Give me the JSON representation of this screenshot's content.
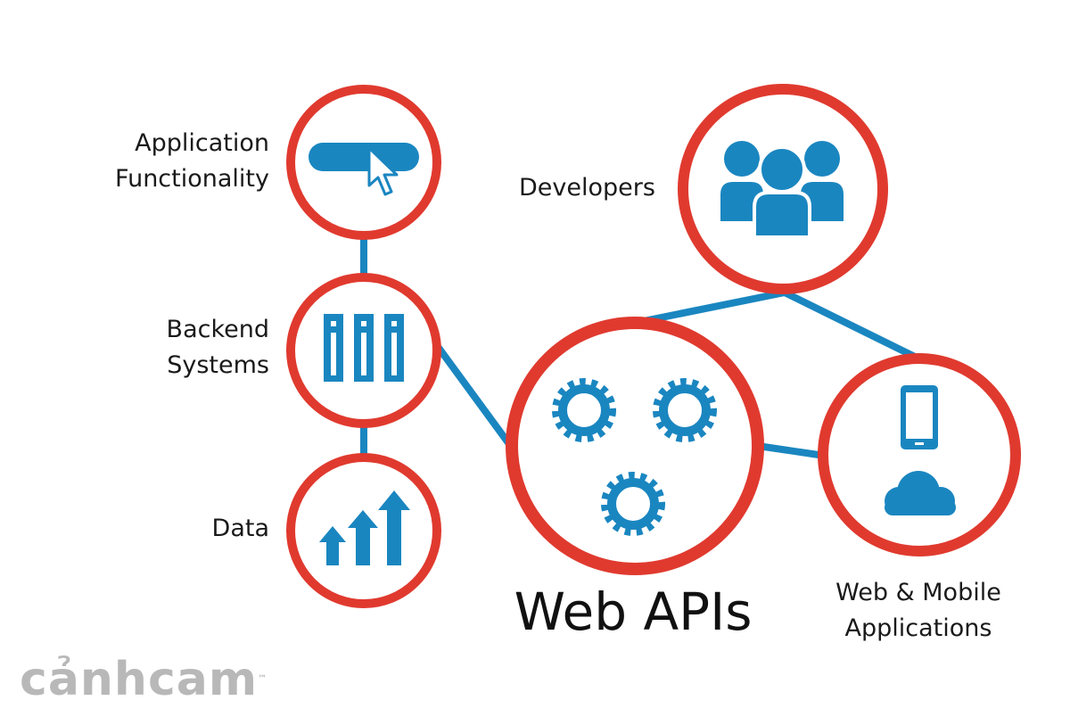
{
  "nodes": {
    "application_functionality": {
      "line1": "Application",
      "line2": "Functionality",
      "icon": "cursor-button-icon"
    },
    "backend_systems": {
      "line1": "Backend",
      "line2": "Systems",
      "icon": "server-rack-icon"
    },
    "data": {
      "label": "Data",
      "icon": "growth-arrows-icon"
    },
    "developers": {
      "label": "Developers",
      "icon": "users-group-icon"
    },
    "web_apis": {
      "label": "Web APIs",
      "icon": "gears-icon"
    },
    "web_mobile_applications": {
      "line1": "Web & Mobile",
      "line2": "Applications",
      "icons": [
        "smartphone-icon",
        "cloud-icon"
      ]
    }
  },
  "brand": {
    "name": "cảnhcam",
    "trademark": "™"
  },
  "colors": {
    "ring": "#e03a2f",
    "connector": "#1a86c0",
    "icon": "#1a86c0",
    "text": "#1a1a1a",
    "brand": "#b8b8b8"
  }
}
